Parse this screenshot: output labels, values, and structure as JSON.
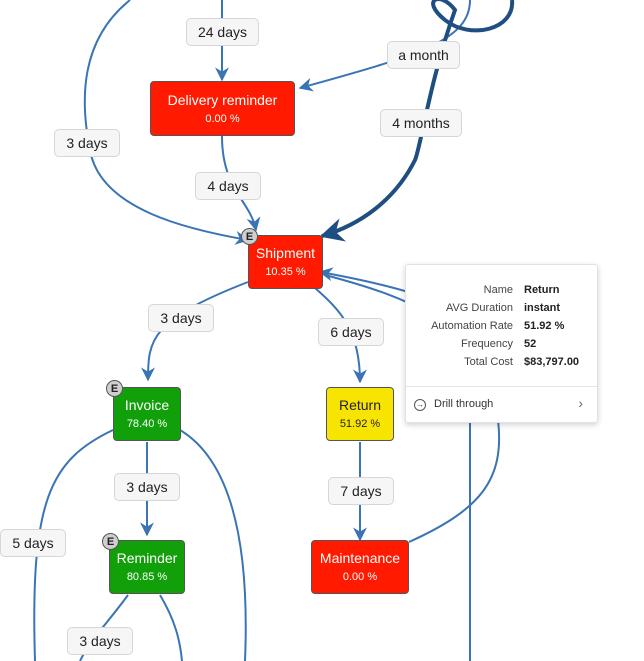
{
  "colors": {
    "edge": "#3a74b5",
    "edge_strong": "#1f4f82",
    "red": "#ff1a00",
    "green": "#11a00a",
    "yellow": "#f7e400"
  },
  "nodes": {
    "delivery_reminder": {
      "name": "Delivery reminder",
      "pct": "0.00 %"
    },
    "shipment": {
      "name": "Shipment",
      "pct": "10.35 %",
      "badge": "E"
    },
    "invoice": {
      "name": "Invoice",
      "pct": "78.40 %",
      "badge": "E"
    },
    "return": {
      "name": "Return",
      "pct": "51.92 %"
    },
    "reminder": {
      "name": "Reminder",
      "pct": "80.85 %",
      "badge": "E"
    },
    "maintenance": {
      "name": "Maintenance",
      "pct": "0.00 %"
    }
  },
  "edge_labels": {
    "top_to_delivery": "24 days",
    "to_delivery_month": "a month",
    "left_to_shipment": "3 days",
    "strong_to_shipment": "4 months",
    "delivery_to_shipment": "4 days",
    "shipment_to_invoice": "3 days",
    "shipment_to_return": "6 days",
    "invoice_to_reminder": "3 days",
    "return_to_maintenance": "7 days",
    "left_invoice": "5 days",
    "reminder_down": "3 days"
  },
  "tooltip": {
    "rows": [
      {
        "key": "Name",
        "value": "Return"
      },
      {
        "key": "AVG Duration",
        "value": "instant"
      },
      {
        "key": "Automation Rate",
        "value": "51.92 %"
      },
      {
        "key": "Frequency",
        "value": "52"
      },
      {
        "key": "Total Cost",
        "value": "$83,797.00"
      }
    ],
    "drill_label": "Drill through"
  }
}
